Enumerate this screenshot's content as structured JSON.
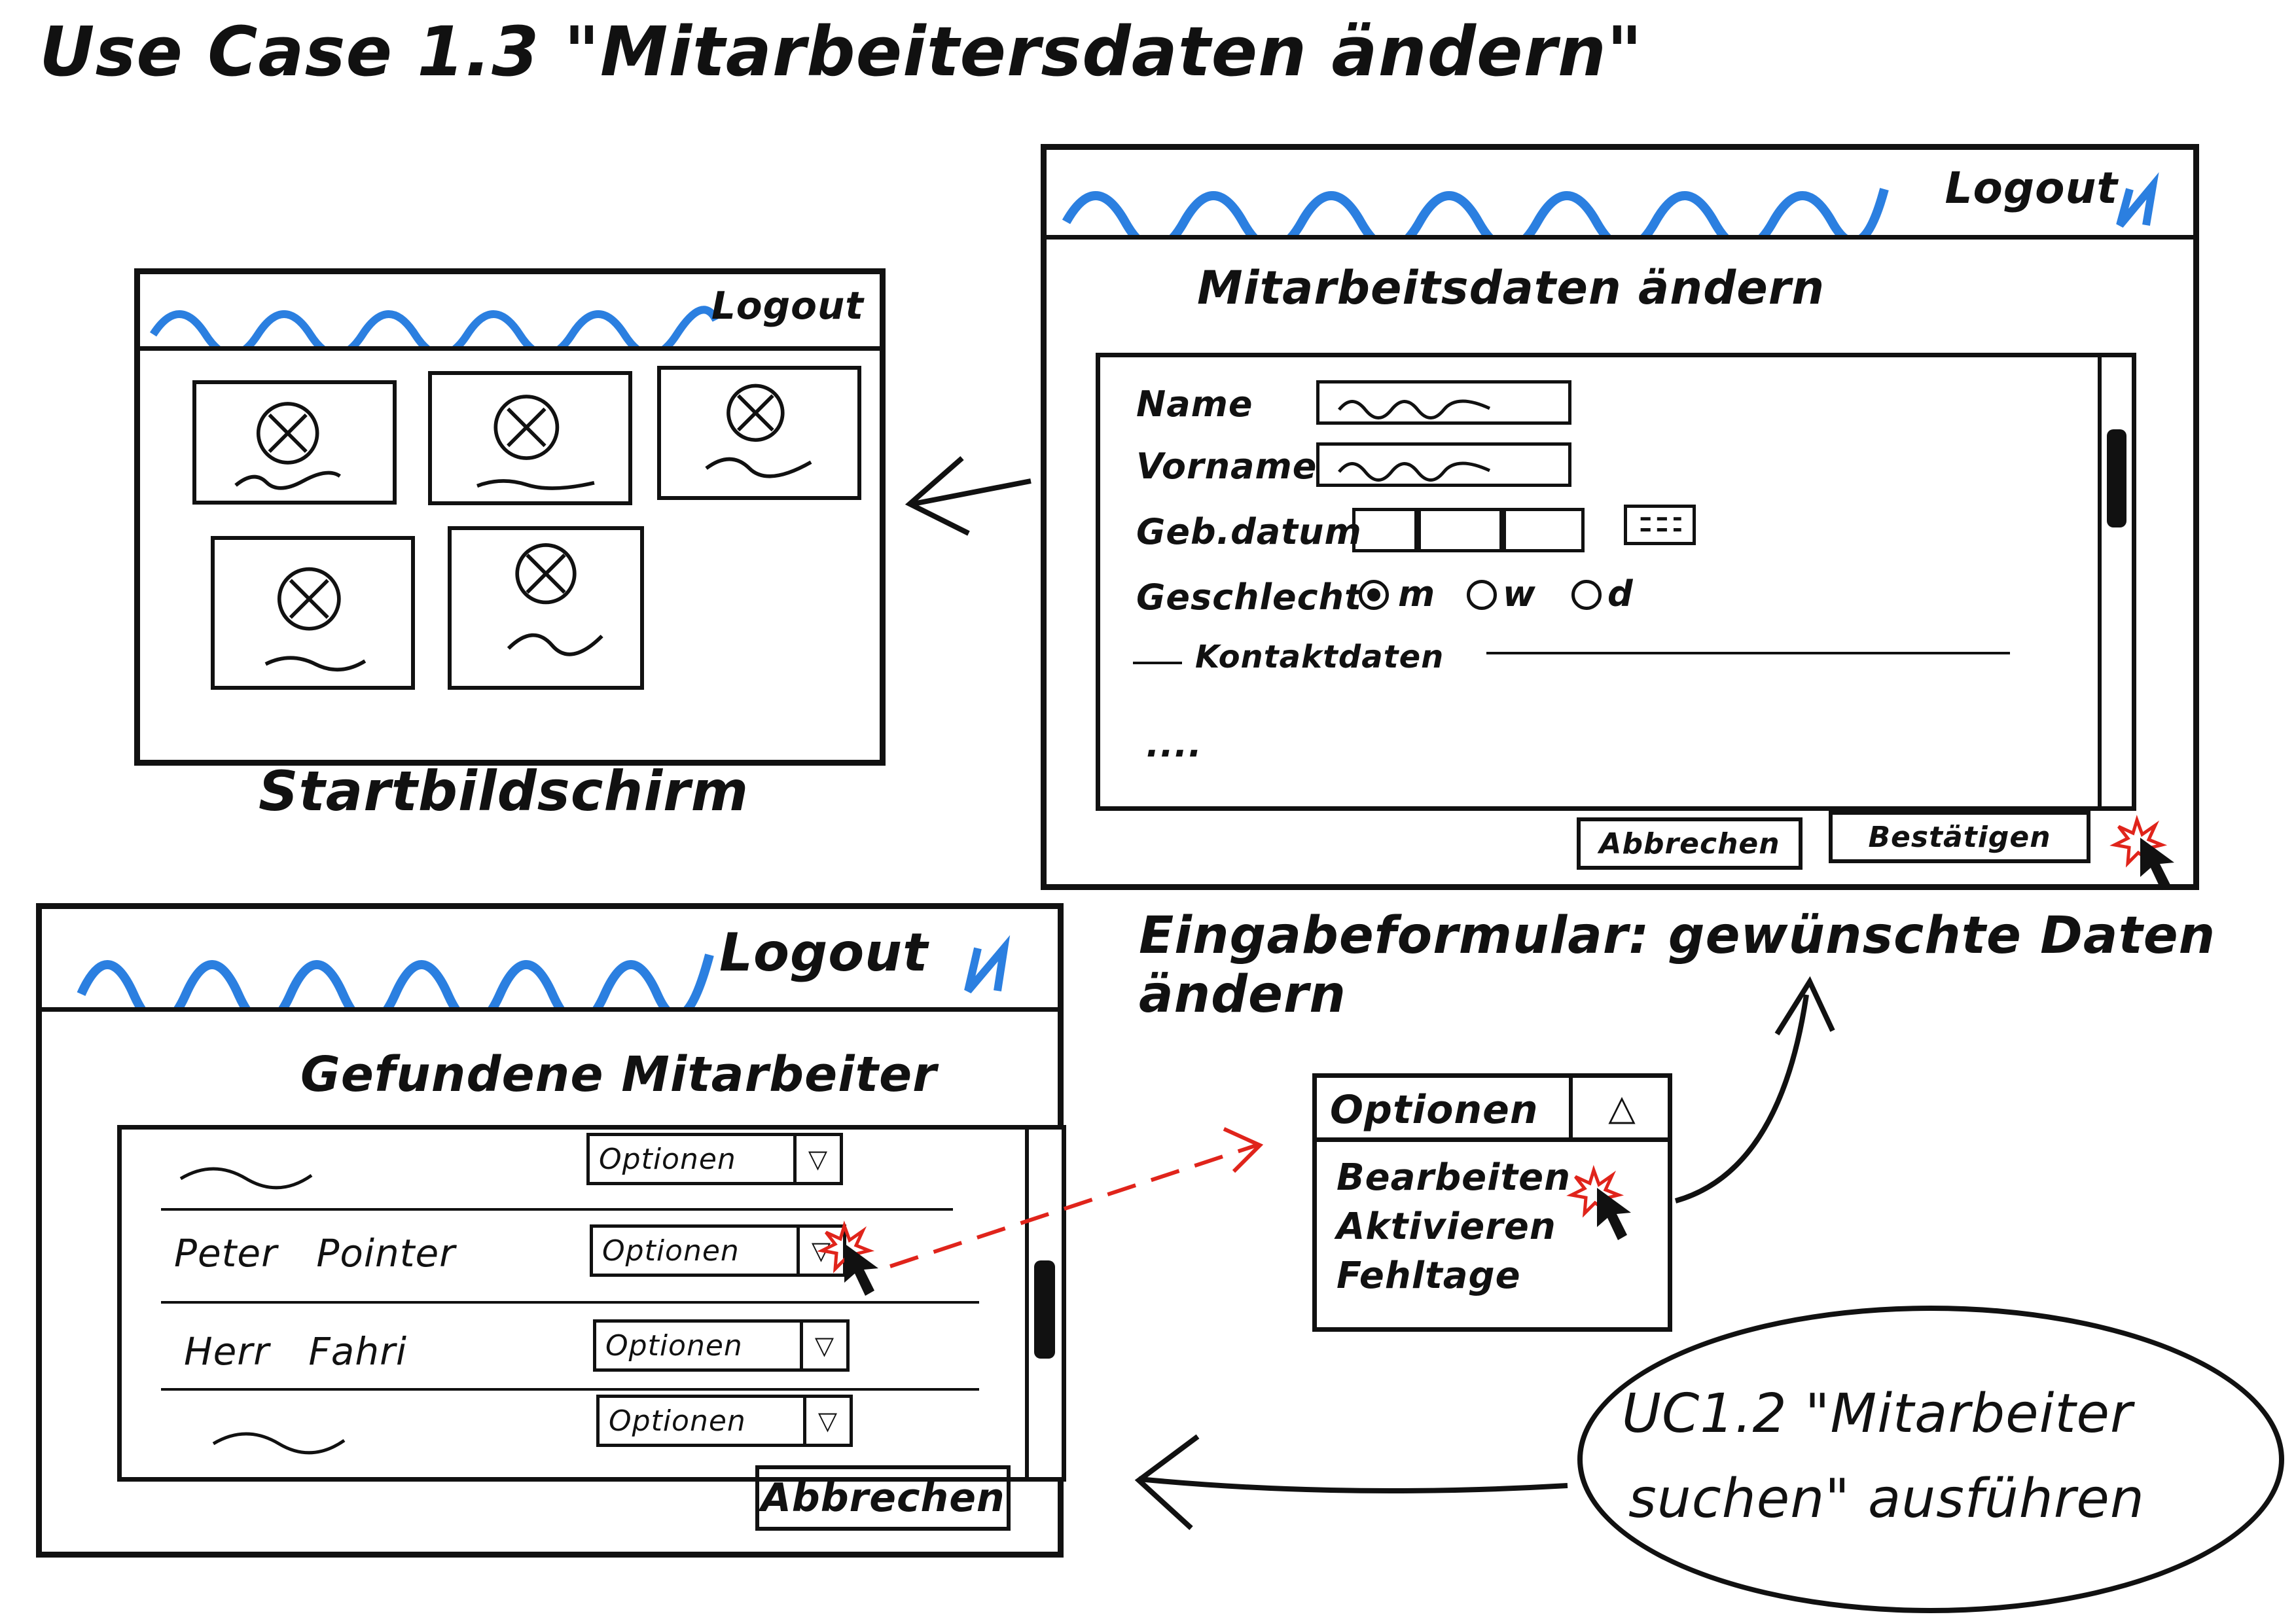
{
  "title": "Use Case 1.3 \"Mitarbeitersdaten ändern\"",
  "start_screen": {
    "logout": "Logout",
    "caption": "Startbildschirm",
    "tile_icon": "x-circle-icon",
    "tile_count": 5
  },
  "edit_screen": {
    "logout": "Logout",
    "heading": "Mitarbeitsdaten ändern",
    "fields": {
      "name_label": "Name",
      "vorname_label": "Vorname",
      "gebdatum_label": "Geb.datum",
      "geschlecht_label": "Geschlecht",
      "gender_options": [
        "m",
        "w",
        "d"
      ],
      "selected_gender": "m",
      "kontakt_label": "Kontaktdaten",
      "more": "...."
    },
    "calendar_icon": "calendar-icon",
    "buttons": {
      "cancel": "Abbrechen",
      "confirm": "Bestätigen"
    },
    "caption": "Eingabeformular: gewünschte Daten ändern"
  },
  "results_screen": {
    "logout": "Logout",
    "heading": "Gefundene Mitarbeiter",
    "rows": [
      {
        "name": ""
      },
      {
        "name": "Peter Pointer"
      },
      {
        "name": "Herr Fahri"
      },
      {
        "name": ""
      }
    ],
    "options_label": "Optionen",
    "cancel": "Abbrechen"
  },
  "options_menu": {
    "header": "Optionen",
    "items": [
      "Bearbeiten",
      "Aktivieren",
      "Fehltage"
    ]
  },
  "uc_bubble": {
    "line1": "UC1.2 \"Mitarbeiter",
    "line2": "suchen\" ausführen"
  },
  "colors": {
    "accent": "#2b7fe0",
    "highlight": "#e0241b",
    "ink": "#111111"
  }
}
